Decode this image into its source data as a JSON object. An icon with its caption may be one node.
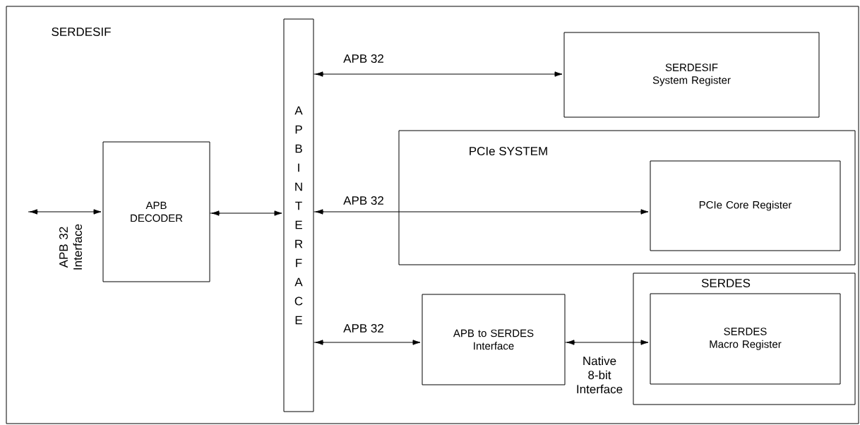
{
  "diagram": {
    "nodes": [
      {
        "text": [
          "SERDESIF"
        ]
      },
      {
        "text": [
          "APB DECODER"
        ],
        "in": 0
      },
      {
        "text": [
          "APB INTERFACE"
        ],
        "in": 0
      },
      {
        "text": [
          "SERDESIF System Register"
        ],
        "in": 0
      },
      {
        "text": [
          "PCIe SYSTEM"
        ],
        "in": 0
      },
      {
        "text": [
          "PCIe Core Register"
        ],
        "in": 4
      },
      {
        "text": [
          "APB to SERDES Interface"
        ],
        "in": 0
      },
      {
        "text": [
          "SERDES"
        ],
        "in": 0
      },
      {
        "text": [
          "SERDES Macro Register"
        ],
        "in": 7
      }
    ],
    "edges": [
      {
        "from": null,
        "to": 1,
        "arrow": "both",
        "label": "APB 32 Interface"
      },
      {
        "from": 1,
        "to": 2,
        "arrow": "both"
      },
      {
        "from": 2,
        "to": 3,
        "arrow": "both",
        "label": "APB 32"
      },
      {
        "from": 2,
        "to": 5,
        "arrow": "both",
        "label": "APB 32"
      },
      {
        "from": 2,
        "to": 6,
        "arrow": "both",
        "label": "APB 32"
      },
      {
        "from": 6,
        "to": 8,
        "arrow": "both",
        "label": "Native 8-bit Interface"
      }
    ]
  }
}
